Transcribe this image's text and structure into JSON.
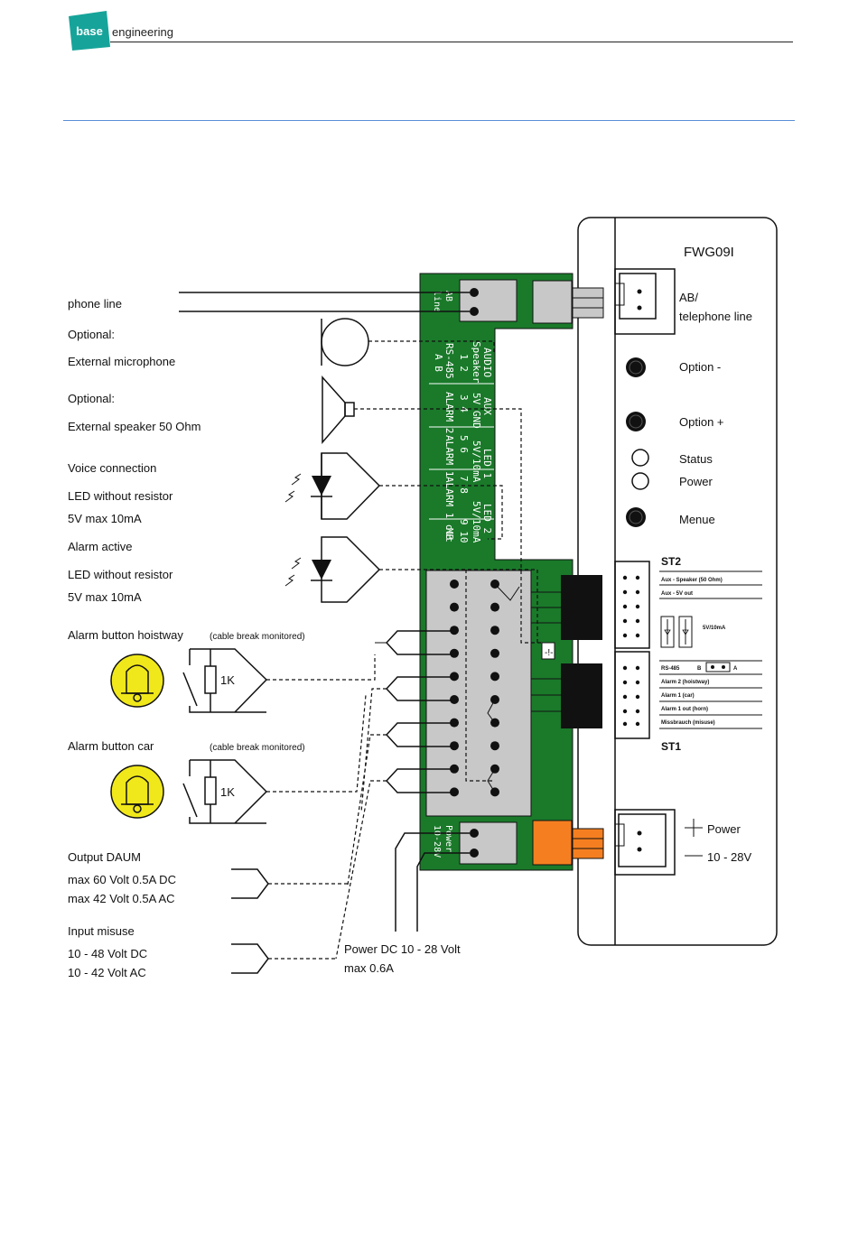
{
  "header": {
    "logo_text": "base",
    "brand": "engineering"
  },
  "device": {
    "name": "FWG09I",
    "ab_line": "AB/",
    "ab_line2": "telephone line",
    "buttons": [
      "Option -",
      "Option +",
      "Status",
      "Power",
      "Menue"
    ],
    "st2": "ST2",
    "st1": "ST1",
    "st2_rows": [
      "Aux - Speaker (50 Ohm)",
      "Aux - 5V out"
    ],
    "led_spec": "5V/10mA",
    "rs485": "RS-485",
    "rs485_b": "B",
    "rs485_a": "A",
    "st1_rows": [
      "Alarm 2 (hoistway)",
      "Alarm 1 (car)",
      "Alarm 1 out (horn)",
      "Missbrauch (misuse)"
    ],
    "power_plus": "Power",
    "power_range": "10 - 28V"
  },
  "pcb": {
    "ab": "AB",
    "line": "line",
    "audio": "AUDIO",
    "speaker": "Speaker",
    "aux": "AUX",
    "gnd": "5V GND",
    "led1": "LED 1",
    "led1_spec": "5V/10mA",
    "led2": "LED 2",
    "led2_spec": "5V/10mA",
    "rs485": "RS-485",
    "ab_pins": "A B",
    "alarm2": "ALARM 2",
    "alarm1": "ALARM 1",
    "alarm_out": "ALARM 1 out",
    "mb": "MB",
    "pin_numbers": [
      "1 2",
      "3 4",
      "5 6",
      "7 8",
      "9 10"
    ],
    "power": "Power",
    "power_range": "10-28V"
  },
  "labels": {
    "phone_line": "phone line",
    "optional1": "Optional:",
    "ext_mic": "External microphone",
    "optional2": "Optional:",
    "ext_speaker": "External speaker 50 Ohm",
    "voice": "Voice connection",
    "led_nores1": "LED without resistor",
    "led_spec1": "5V max 10mA",
    "alarm_active": "Alarm active",
    "led_nores2": "LED without resistor",
    "led_spec2": "5V max 10mA",
    "alarm_hoistway": "Alarm button hoistway",
    "cable_break1": "(cable break monitored)",
    "resistor1": "1K",
    "alarm_car": "Alarm button car",
    "cable_break2": "(cable break monitored)",
    "resistor2": "1K",
    "output_daum": "Output DAUM",
    "daum_dc": "max 60 Volt 0.5A DC",
    "daum_ac": "max 42 Volt 0.5A AC",
    "input_misuse": "Input misuse",
    "misuse_dc": "10 - 48 Volt DC",
    "misuse_ac": "10 - 42 Volt AC",
    "power_dc": "Power DC 10 - 28 Volt",
    "power_max": "max 0.6A"
  },
  "colors": {
    "logo": "#16a49a",
    "pcb_green": "#1a7a2a",
    "connector_grey": "#c8c8c8",
    "connector_orange": "#f57f20",
    "bell_yellow": "#f0e81a",
    "rule_blue": "#5a8fd6"
  }
}
